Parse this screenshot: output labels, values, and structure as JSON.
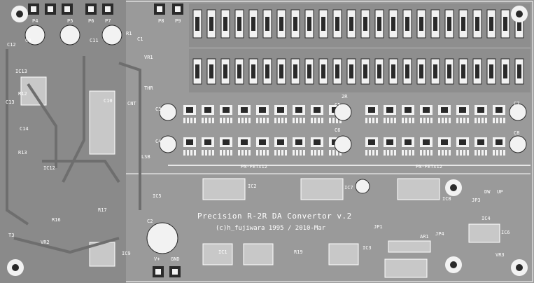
{
  "board": {
    "title": "Precision R-2R DA Convertor v.2",
    "copyright": "(c)h_fujiwara 1995 / 2010-Mar"
  },
  "colors": {
    "board": "#9a9a9a",
    "copper": "#6e6e6e",
    "pad": "#f2f2f2",
    "silk": "#ffffff",
    "dark": "#2a2a2a"
  },
  "labels": {
    "p4": "P4",
    "p5": "P5",
    "p6": "P6",
    "p7": "P7",
    "p8": "P8",
    "p9": "P9",
    "c1": "C1",
    "c2": "C2",
    "c3": "C3",
    "c4": "C4",
    "c5": "C5",
    "c6": "C6",
    "c7": "C7",
    "c8": "C8",
    "c9": "C9",
    "c10": "C10",
    "c11": "C11",
    "c12": "C12",
    "c13": "C13",
    "c14": "C14",
    "r1": "R1",
    "r12": "R12",
    "r13": "R13",
    "r16": "R16",
    "r17": "R17",
    "r19": "R19",
    "ic1": "IC1",
    "ic2": "IC2",
    "ic3": "IC3",
    "ic4": "IC4",
    "ic5": "IC5",
    "ic6": "IC6",
    "ic7": "IC7",
    "ic8": "IC8",
    "ic9": "IC9",
    "ic12": "IC12",
    "ic13": "IC13",
    "t3": "T3",
    "vr1": "VR1",
    "vr2": "VR2",
    "vr3": "VR3",
    "jp1": "JP1",
    "jp3": "JP3",
    "jp4": "JP4",
    "ar1": "AR1",
    "thr": "THR",
    "cnt": "CNT",
    "lsb": "LSB",
    "pnfet1": "PN-FETx12",
    "pnfet2": "PN-FETx12",
    "two_r": "2R",
    "gnd": "GND",
    "dw": "DW",
    "up": "UP",
    "v_plus": "V+"
  }
}
